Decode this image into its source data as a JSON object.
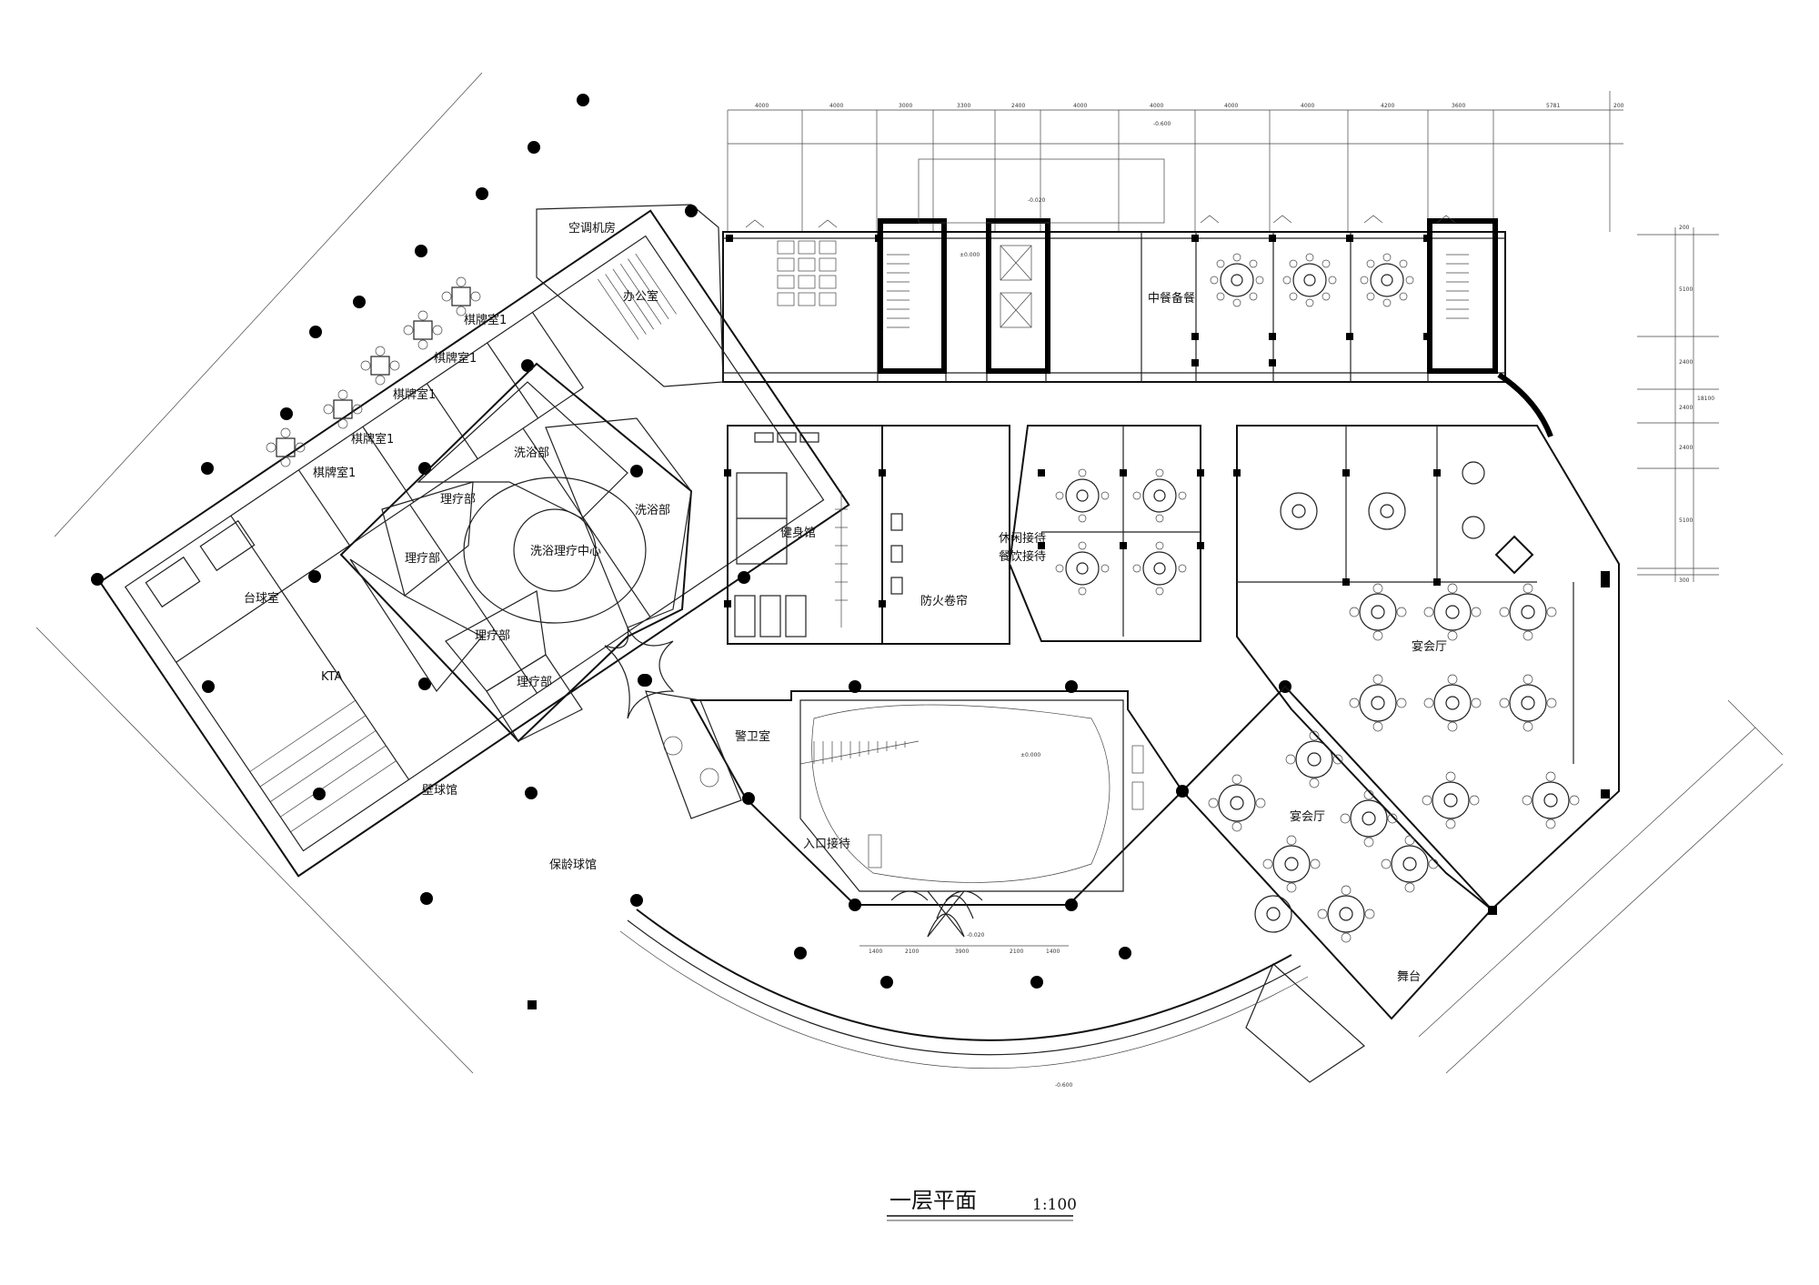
{
  "title": "一层平面",
  "scale": "1:100",
  "rooms": {
    "ac_room": "空调机房",
    "office": "办公室",
    "chess_room_1": "棋牌室1",
    "chess_room_2": "棋牌室1",
    "chess_room_3": "棋牌室1",
    "chess_room_4": "棋牌室1",
    "chess_room_5": "棋牌室1",
    "billiards": "台球室",
    "ktv": "KTA",
    "squash": "壁球馆",
    "bowling": "保龄球馆",
    "bath_1": "洗浴部",
    "bath_2": "洗浴部",
    "therapy_1": "理疗部",
    "therapy_2": "理疗部",
    "therapy_3": "理疗部",
    "therapy_4": "理疗部",
    "bath_center": "洗浴理疗中心",
    "gym": "健身馆",
    "fire_shutter": "防火卷帘",
    "leisure_reception": "休闲接待",
    "dining_reception": "餐饮接待",
    "chinese_pantry": "中餐备餐",
    "banquet_1": "宴会厅",
    "banquet_2": "宴会厅",
    "guard_room": "警卫室",
    "entrance_reception": "入口接待",
    "stage": "舞台"
  },
  "levels": [
    "±0.000",
    "-0.600",
    "-0.020",
    "-0.020",
    "±0.000",
    "-0.600"
  ],
  "dims_top": [
    "4000",
    "4000",
    "3000",
    "3300",
    "2400",
    "4000",
    "4000",
    "4000",
    "4000",
    "4200",
    "3600",
    "5781",
    "200"
  ],
  "dims_right": [
    "200",
    "5100",
    "2400",
    "2400",
    "2400",
    "5100",
    "300",
    "18100"
  ],
  "dims_entrance": [
    "1400",
    "2100",
    "3900",
    "2100",
    "1400"
  ]
}
